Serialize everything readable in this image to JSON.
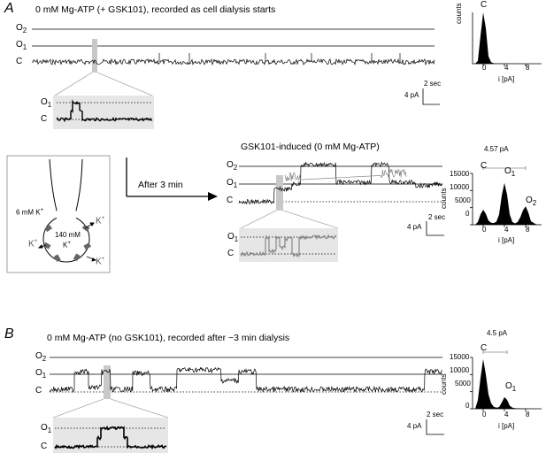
{
  "panel_a": {
    "letter": "A",
    "top_caption": "0 mM Mg-ATP (+ GSK101), recorded as cell dialysis starts",
    "levels": [
      "O",
      "O",
      "C"
    ],
    "level_subs": [
      "2",
      "1",
      ""
    ],
    "inset_levels": [
      "O",
      "C"
    ],
    "inset_level_subs": [
      "1",
      ""
    ],
    "scale_time": "2 sec",
    "scale_current": "4 pA",
    "arrow_label": "After 3 min",
    "cell_labels": {
      "bath": "6 mM K",
      "inside_1": "140 mM",
      "inside_2": "K",
      "k_ion": "K",
      "plus": "+"
    },
    "mid_caption": "GSK101-induced (0 mM Mg-ATP)",
    "mid_levels": [
      "O",
      "O",
      "C"
    ],
    "mid_level_subs": [
      "2",
      "1",
      ""
    ],
    "mid_inset_levels": [
      "O",
      "C"
    ],
    "mid_inset_level_subs": [
      "1",
      ""
    ],
    "mid_scale_time": "2 sec",
    "mid_scale_current": "4 pA"
  },
  "panel_b": {
    "letter": "B",
    "caption": "0 mM Mg-ATP (no GSK101), recorded after ~3 min dialysis",
    "levels": [
      "O",
      "O",
      "C"
    ],
    "level_subs": [
      "2",
      "1",
      ""
    ],
    "inset_levels": [
      "O",
      "C"
    ],
    "inset_level_subs": [
      "1",
      ""
    ],
    "scale_time": "2 sec",
    "scale_current": "4 pA"
  },
  "chart_data": [
    {
      "type": "area",
      "xlabel": "i [pA]",
      "ylabel": "counts",
      "xticks": [
        "0",
        "4",
        "8"
      ],
      "yticks": [],
      "peak_labels": [
        "C"
      ],
      "x": [
        -1.5,
        -1,
        -0.5,
        0,
        0.5,
        1,
        1.5,
        2,
        3,
        4,
        6,
        8,
        10
      ],
      "values": [
        0,
        3000,
        30000,
        55000,
        38000,
        8000,
        1500,
        500,
        200,
        100,
        50,
        30,
        0
      ]
    },
    {
      "type": "area",
      "xlabel": "i [pA]",
      "ylabel": "counts",
      "xticks": [
        "0",
        "4",
        "8"
      ],
      "yticks": [
        "15000",
        "10000",
        "5000",
        "0"
      ],
      "ylim": [
        0,
        15000
      ],
      "peak_labels": [
        "C",
        "O",
        "O"
      ],
      "peak_label_subs": [
        "",
        "1",
        "2"
      ],
      "bracket_label": "4.57 pA",
      "x": [
        -1.5,
        -1,
        -0.5,
        0,
        0.5,
        1,
        1.5,
        2,
        2.5,
        3,
        3.5,
        4,
        4.5,
        5,
        5.5,
        6,
        6.5,
        7,
        7.5,
        8,
        8.5,
        9,
        10,
        11
      ],
      "values": [
        0,
        800,
        3000,
        4400,
        3200,
        1200,
        600,
        500,
        900,
        3000,
        8500,
        12200,
        8800,
        3000,
        800,
        400,
        800,
        2200,
        4200,
        5400,
        3600,
        1000,
        100,
        0
      ]
    },
    {
      "type": "area",
      "xlabel": "i [pA]",
      "ylabel": "counts",
      "xticks": [
        "0",
        "4",
        "8"
      ],
      "yticks": [
        "15000",
        "10000",
        "5000",
        "0"
      ],
      "ylim": [
        0,
        15000
      ],
      "peak_labels": [
        "C",
        "O"
      ],
      "peak_label_subs": [
        "",
        "1"
      ],
      "bracket_label": "4.5 pA",
      "x": [
        -1.5,
        -1,
        -0.5,
        0,
        0.5,
        1,
        1.5,
        2,
        2.5,
        3,
        3.5,
        4,
        4.5,
        5,
        5.5,
        6,
        7,
        8,
        9,
        10,
        11
      ],
      "values": [
        0,
        2500,
        9000,
        14500,
        10000,
        4200,
        1600,
        600,
        300,
        500,
        1800,
        3400,
        2600,
        900,
        300,
        150,
        100,
        60,
        30,
        10,
        0
      ]
    }
  ]
}
